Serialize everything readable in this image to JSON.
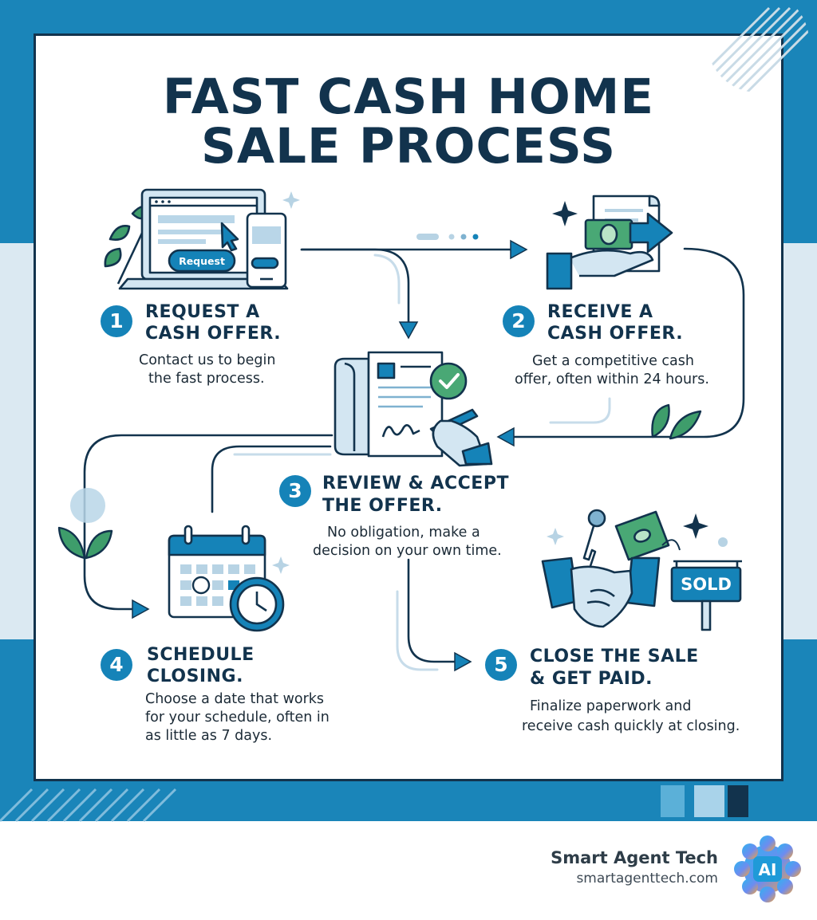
{
  "title": {
    "line1": "FAST CASH HOME",
    "line2": "SALE PROCESS"
  },
  "colors": {
    "navy": "#12334d",
    "blue": "#1583b8",
    "light_blue": "#d3e6f2",
    "green": "#3e9d6b",
    "bg_band": "#dbe9f2"
  },
  "steps": [
    {
      "number": "1",
      "head1": "REQUEST A",
      "head2": "CASH OFFER.",
      "desc1": "Contact us to begin",
      "desc2": "the fast process.",
      "icon": "laptop-phone-icon",
      "button": "Request"
    },
    {
      "number": "2",
      "head1": "RECEIVE A",
      "head2": "CASH OFFER.",
      "desc1": "Get a competitive cash",
      "desc2": "offer, often within 24 hours.",
      "icon": "cash-hand-icon"
    },
    {
      "number": "3",
      "head1": "REVIEW & ACCEPT",
      "head2": "THE OFFER.",
      "desc1": "No obligation, make a",
      "desc2": "decision on your own time.",
      "icon": "signed-document-icon"
    },
    {
      "number": "4",
      "head1": "SCHEDULE",
      "head2": "CLOSING.",
      "desc1": "Choose a date that works",
      "desc2": "for your schedule, often in",
      "desc3": "as little as 7 days.",
      "icon": "calendar-clock-icon"
    },
    {
      "number": "5",
      "head1": "CLOSE THE SALE",
      "head2": "& GET PAID.",
      "desc1": "Finalize paperwork and",
      "desc2": "receive cash quickly at closing.",
      "icon": "handshake-sold-icon",
      "sign": "SOLD"
    }
  ],
  "brand": {
    "name": "Smart Agent Tech",
    "url": "smartagenttech.com",
    "logo_text": "AI"
  }
}
